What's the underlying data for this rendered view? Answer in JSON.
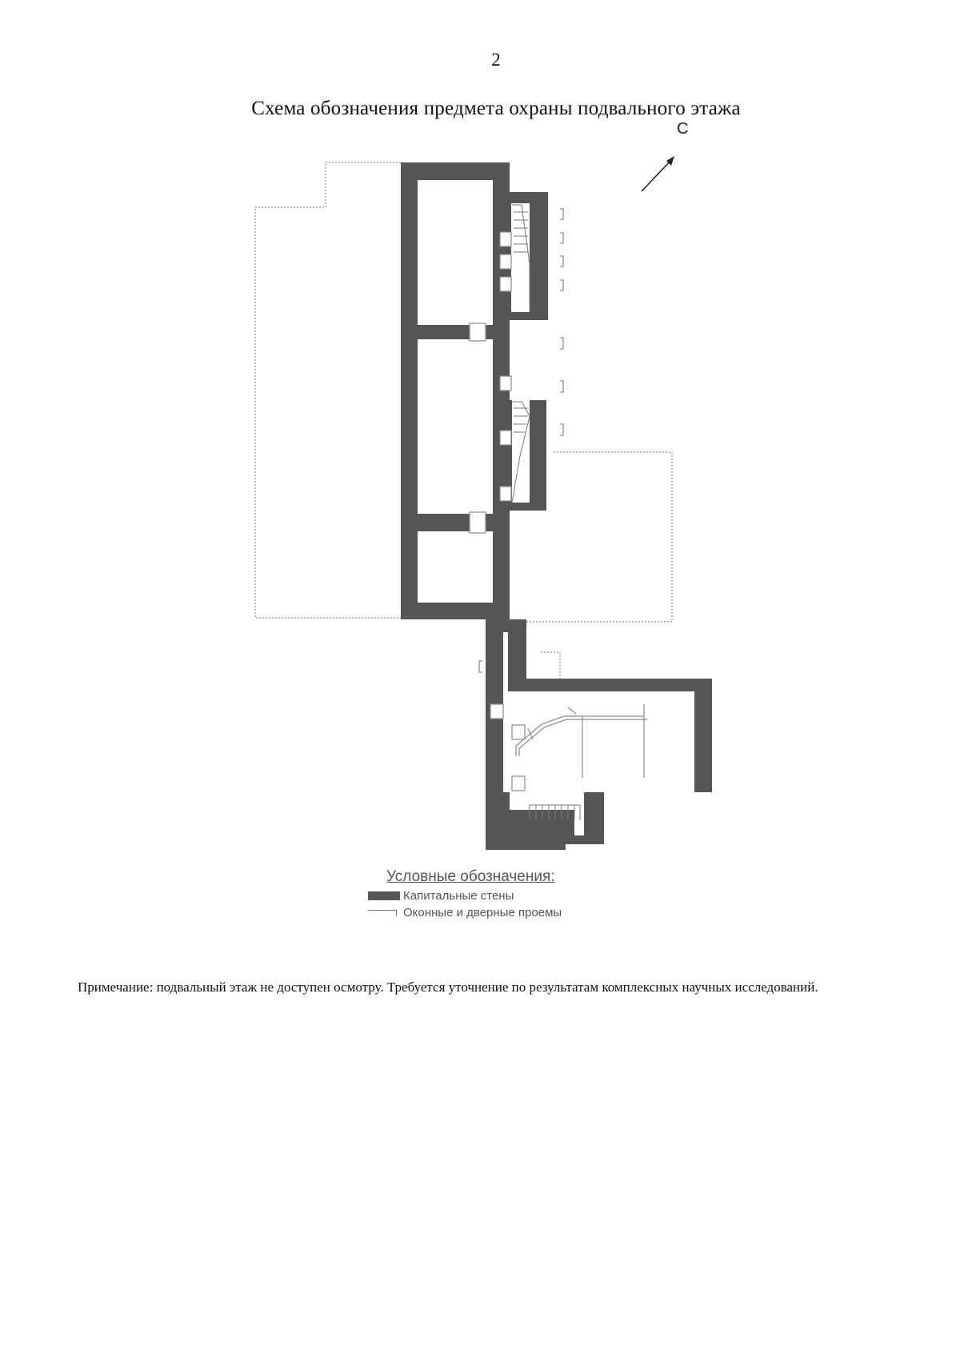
{
  "page": {
    "number": "2",
    "title": "Схема обозначения предмета охраны подвального этажа"
  },
  "north_arrow": {
    "letter": "С",
    "icon": "north-arrow-icon"
  },
  "legend": {
    "title": "Условные обозначения:",
    "items": [
      {
        "label": "Капитальные стены",
        "icon": "wall-swatch-icon"
      },
      {
        "label": "Оконные и дверные проемы",
        "icon": "opening-swatch-icon"
      }
    ]
  },
  "note": "Примечание: подвальный этаж не доступен осмотру. Требуется уточнение по результатам комплексных научных исследований.",
  "colors": {
    "wall": "#555555",
    "outline": "#9a9a9a",
    "text": "#111111"
  }
}
